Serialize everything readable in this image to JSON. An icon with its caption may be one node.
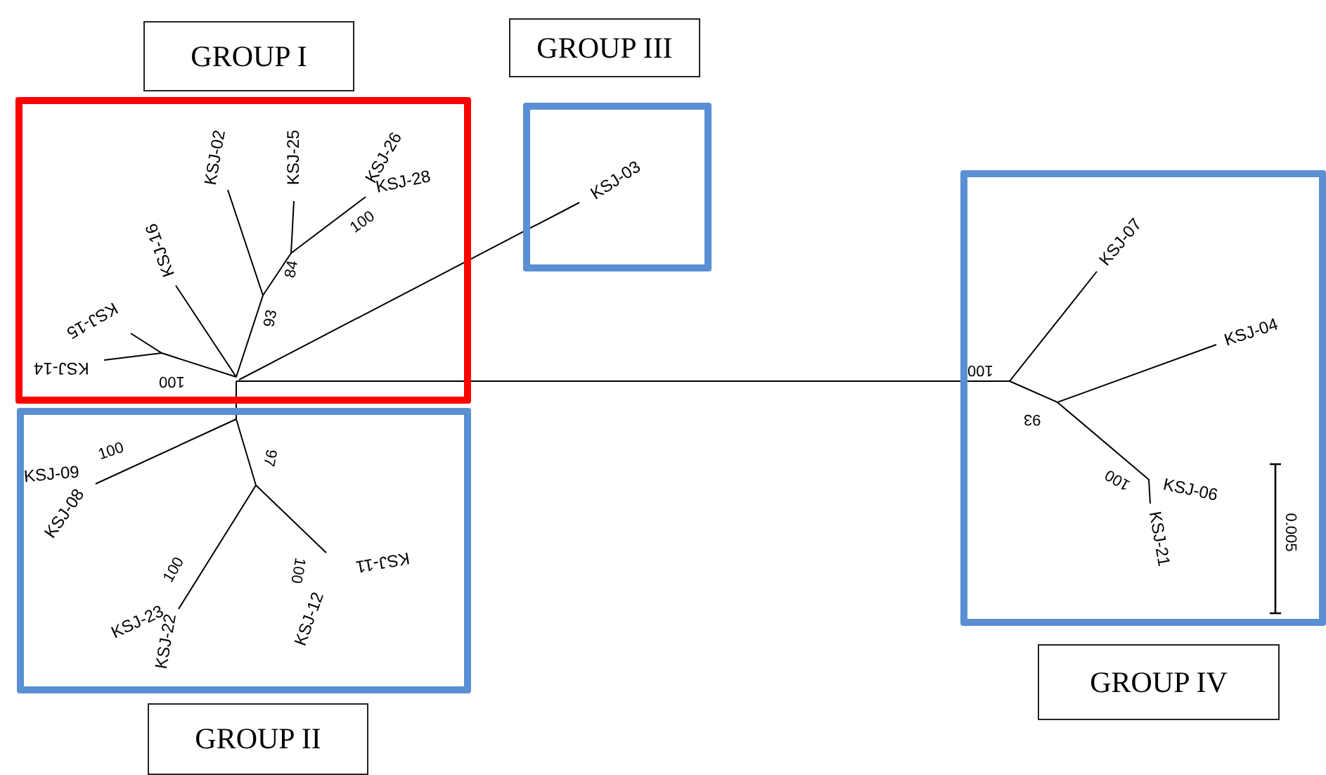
{
  "diagram": {
    "nodes": [
      {
        "text": [
          "GROUP I"
        ]
      },
      {
        "text": [
          "GROUP III"
        ]
      },
      {
        "text": [
          "GROUP II"
        ]
      },
      {
        "text": [
          "GROUP IV"
        ]
      }
    ],
    "labels": [
      "KSJ-02",
      "KSJ-25",
      "KSJ-26",
      "KSJ-28",
      "100",
      "84",
      "KSJ-16",
      "93",
      "KSJ-15",
      "100",
      "KSJ-14",
      "KSJ-03",
      "100",
      "KSJ-07",
      "KSJ-04",
      "93",
      "100",
      "KSJ-06",
      "KSJ-21",
      "0.005",
      "KSJ-09",
      "100",
      "KSJ-08",
      "97",
      "100",
      "KSJ-23",
      "KSJ-22",
      "100",
      "KSJ-12",
      "KSJ-11"
    ]
  }
}
